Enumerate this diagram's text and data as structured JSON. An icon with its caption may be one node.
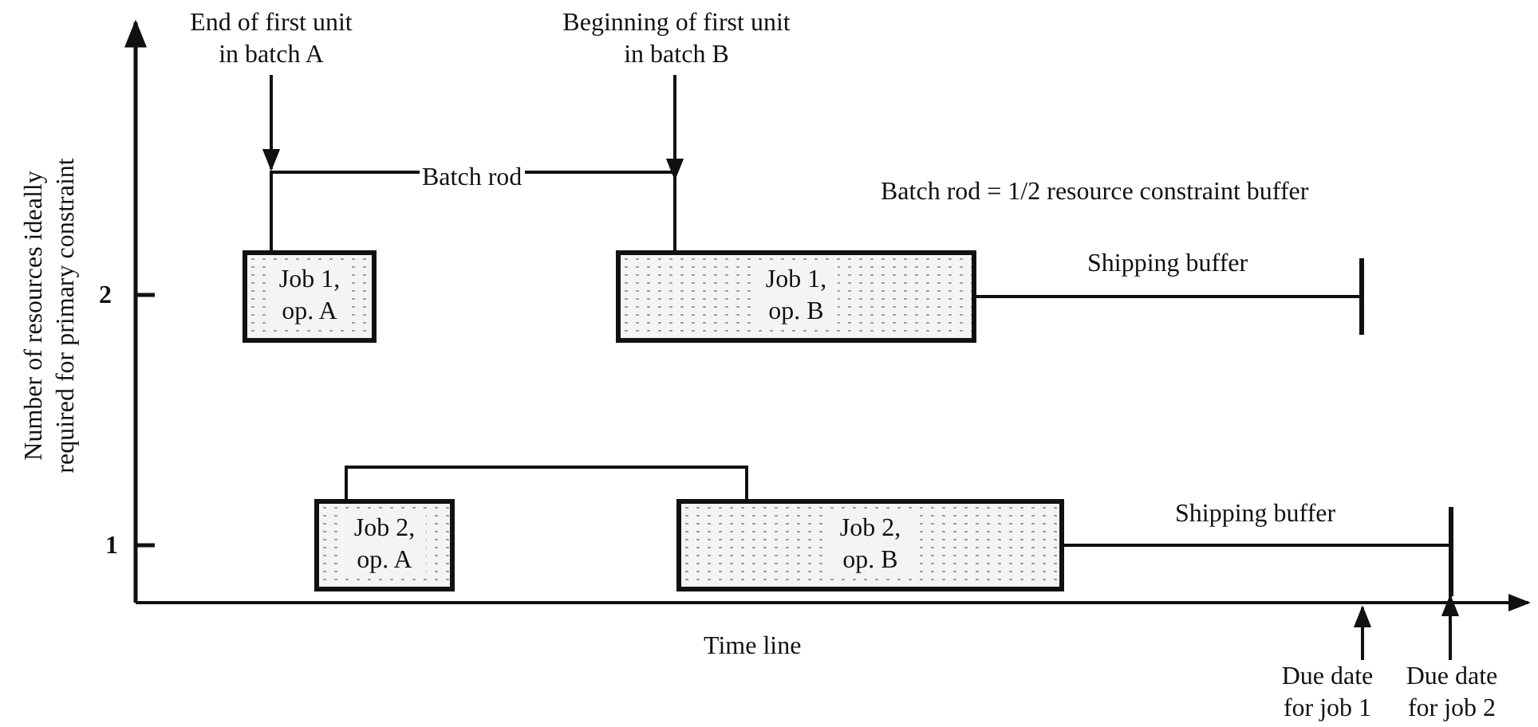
{
  "diagram": {
    "nodes": [
      {
        "text": [
          "End of first unit in batch A"
        ]
      },
      {
        "text": [
          "Beginning of first unit in batch B"
        ]
      },
      {
        "text": [
          "Job 1, op. A"
        ]
      },
      {
        "text": [
          "Job 1, op. B"
        ]
      },
      {
        "text": [
          "Job 2, op. A"
        ]
      },
      {
        "text": [
          "Job 2, op. B"
        ]
      },
      {
        "text": [],
        "shape": "bar"
      },
      {
        "text": [],
        "shape": "bar"
      },
      {
        "text": [
          "Due date for job 1"
        ]
      },
      {
        "text": [
          "Due date for job 2"
        ]
      }
    ],
    "edges": [
      {
        "from": 0,
        "to": null,
        "arrow": "to"
      },
      {
        "from": 1,
        "to": null,
        "arrow": "to"
      },
      {
        "from": 2,
        "to": 3,
        "arrow": "none",
        "label": "Batch rod"
      },
      {
        "from": 4,
        "to": 5,
        "arrow": "none"
      },
      {
        "from": 3,
        "to": 6,
        "arrow": "none",
        "label": "Shipping buffer"
      },
      {
        "from": 5,
        "to": 7,
        "arrow": "none",
        "label": "Shipping buffer"
      },
      {
        "from": 8,
        "to": null,
        "arrow": "to"
      },
      {
        "from": 9,
        "to": 7,
        "arrow": "to"
      }
    ],
    "labels": [
      "Batch rod = 1/2 resource constraint buffer",
      "Number of resources ideally required for primary constraint",
      "2",
      "1",
      "Time line"
    ]
  }
}
